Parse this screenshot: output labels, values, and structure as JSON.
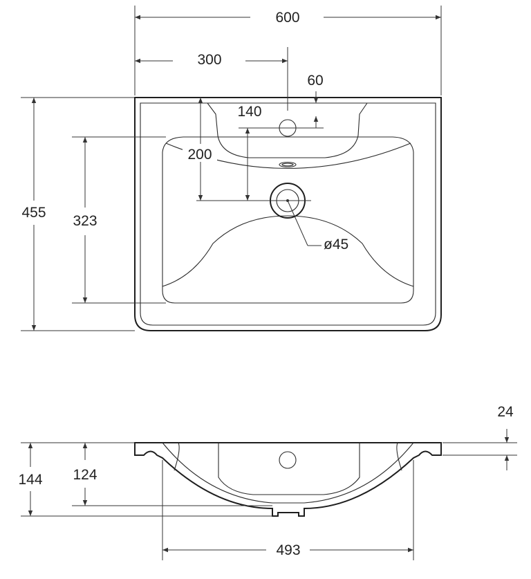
{
  "top_view": {
    "overall_width": "600",
    "half_width": "300",
    "tap_hole_offset": "60",
    "tap_to_drain": "140",
    "rim_to_drain": "200",
    "bowl_depth": "323",
    "overall_depth": "455",
    "drain_diameter": "ø45"
  },
  "side_view": {
    "rim_thickness": "24",
    "basin_height_inner": "124",
    "basin_height_total": "144",
    "bowl_width": "493"
  },
  "colors": {
    "line": "#1e1e1e",
    "background": "#ffffff"
  }
}
